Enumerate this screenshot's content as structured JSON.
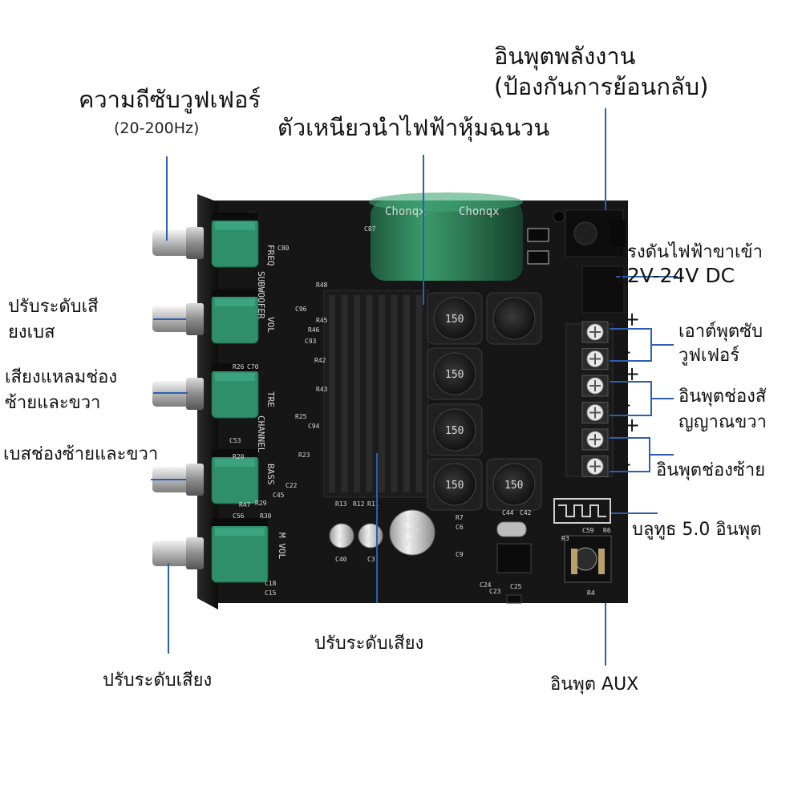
{
  "labels": {
    "subwoofer_freq": "ความถีซับวูฟเฟอร์",
    "subwoofer_freq_range": "(20-200Hz)",
    "shielded_inductor": "ตัวเหนียวนำไฟฟ้าหุ้มฉนวน",
    "power_input_line1": "อินพุตพลังงาน",
    "power_input_line2": "(ป้องกันการย้อนกลับ)",
    "input_voltage_line1": "แรงดันไฟฟ้าขาเข้า",
    "input_voltage_line2": "12V-24V DC",
    "bass_level_line1": "ปรับระดับเสี",
    "bass_level_line2": "ยงเบส",
    "treble_line1": "เสียงแหลมช่อง",
    "treble_line2": "ซ้ายและขวา",
    "bass_lr": "เบสช่องซ้ายและขวา",
    "subwoofer_output_line1": "เอาต์พุตซับ",
    "subwoofer_output_line2": "วูฟเฟอร์",
    "right_input_line1": "อินพุตช่องสั",
    "right_input_line2": "ญญาณขวา",
    "left_input": "อินพุตช่องซ้าย",
    "bluetooth_input": "บลูทูธ 5.0 อินพุต",
    "volume_center": "ปรับระดับเสียง",
    "volume_left": "ปรับระดับเสียง",
    "aux_input": "อินพุต AUX"
  },
  "terminal_signs": [
    "+",
    "-",
    "+",
    "-",
    "+",
    "-"
  ],
  "board": {
    "capacitor_brand": "Chonqx",
    "inductor_marking": "150",
    "cap_470": [
      "470",
      "35V",
      "VT"
    ],
    "cap_small": [
      "47",
      "35V"
    ],
    "knob_labels": [
      "FREQ",
      "SUBWOOFER",
      "VOL",
      "TRE",
      "CHANNEL",
      "BASS",
      "M VOL"
    ],
    "silk_refs": [
      "C80",
      "R48",
      "C96",
      "R45",
      "R46",
      "R42",
      "C93",
      "R43",
      "R25",
      "C94",
      "R26",
      "C70",
      "R23",
      "C22",
      "C53",
      "R20",
      "C45",
      "R47",
      "R29",
      "R30",
      "C56",
      "R13",
      "R12",
      "R11",
      "C40",
      "C3",
      "R7",
      "C6",
      "C44",
      "C42",
      "C9",
      "R3",
      "C59",
      "R6",
      "C24",
      "C23",
      "C25",
      "R4",
      "C18",
      "C15",
      "C87"
    ]
  },
  "colors": {
    "pcb": "#161616",
    "heatsink": "#1e1e1e",
    "capacitor_green": "#2e7b55",
    "knob_green": "#2f8f6c",
    "leader_line": "#2b5fb0"
  }
}
